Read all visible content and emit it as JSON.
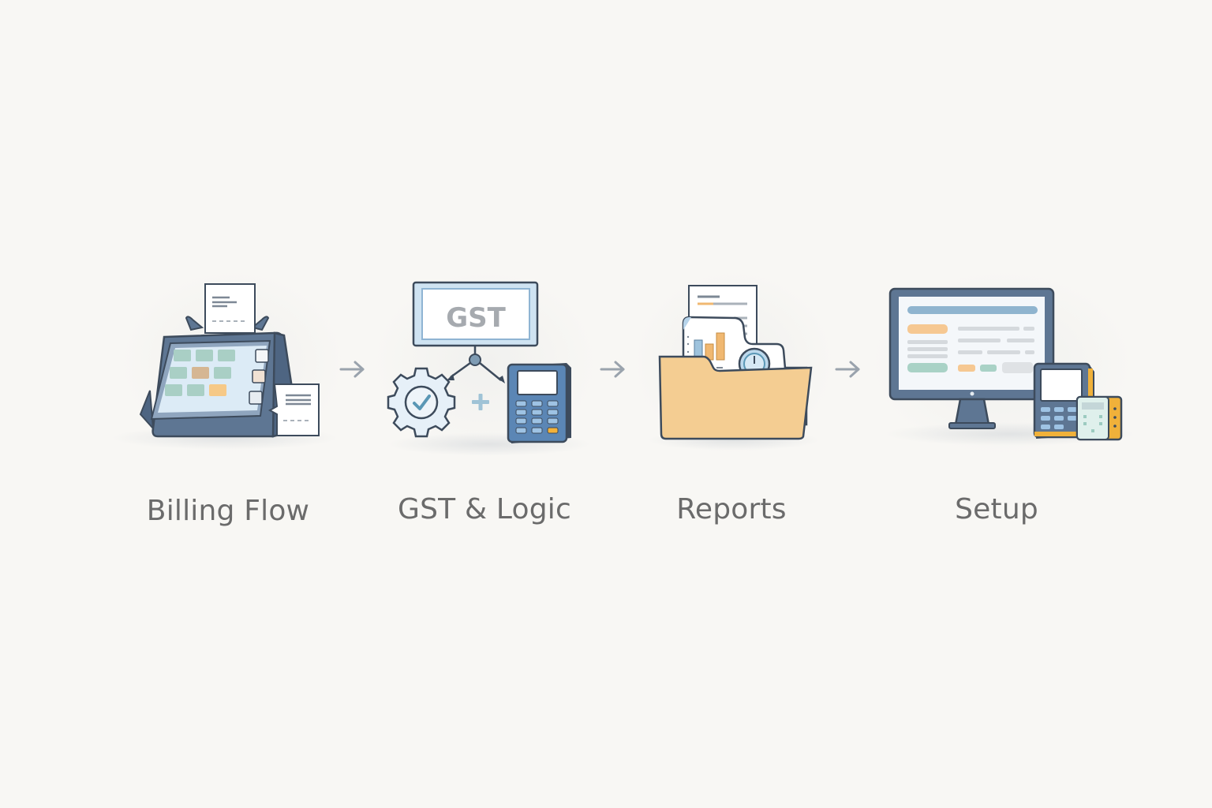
{
  "colors": {
    "background": "#f8f7f4",
    "outline": "#3d4b5c",
    "slate_blue": "#5e7693",
    "light_blue": "#cfe3f2",
    "accent_orange": "#f3c27e",
    "folder": "#f4cd92",
    "teal": "#9ccbc0",
    "label_text": "#6b6b6b",
    "arrow": "#9aa3ad"
  },
  "steps": [
    {
      "label": "Billing Flow",
      "icon": "pos-terminal-icon"
    },
    {
      "label": "GST & Logic",
      "icon": "gst-logic-icon",
      "panel_text": "GST"
    },
    {
      "label": "Reports",
      "icon": "reports-folder-icon"
    },
    {
      "label": "Setup",
      "icon": "setup-devices-icon"
    }
  ],
  "arrows": [
    "→",
    "→",
    "→"
  ]
}
